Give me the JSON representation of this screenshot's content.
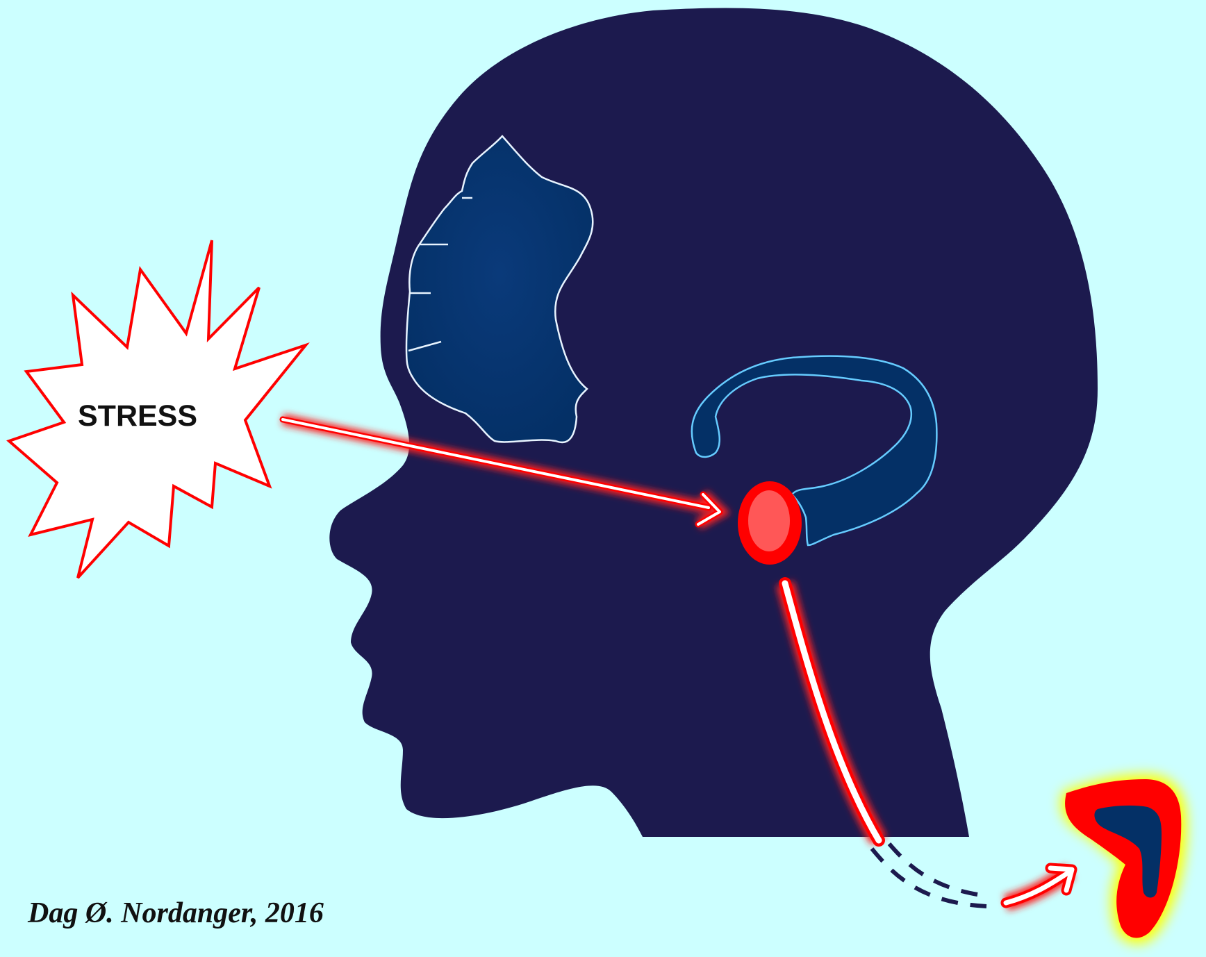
{
  "stress_label": "STRESS",
  "credit": "Dag Ø. Nordanger, 2016",
  "colors": {
    "background": "#ccffff",
    "head": "#1c1a4e",
    "prefrontal_cortex": "#043066",
    "hippocampus": "#043066",
    "amygdala_outer": "#ff0000",
    "amygdala_inner": "#ff5757",
    "stress_burst_outline": "#ff0000",
    "arrow_fill": "#ffffff",
    "arrow_glow": "#ff0000",
    "adrenal_outer": "#ff0000",
    "adrenal_glow": "#ffff00",
    "adrenal_inner": "#043066",
    "dashed_path": "#1c1a4e"
  },
  "icons": [
    "head-silhouette",
    "stress-burst",
    "prefrontal-cortex-shape",
    "hippocampus-shape",
    "amygdala-shape",
    "adrenal-gland-shape"
  ]
}
